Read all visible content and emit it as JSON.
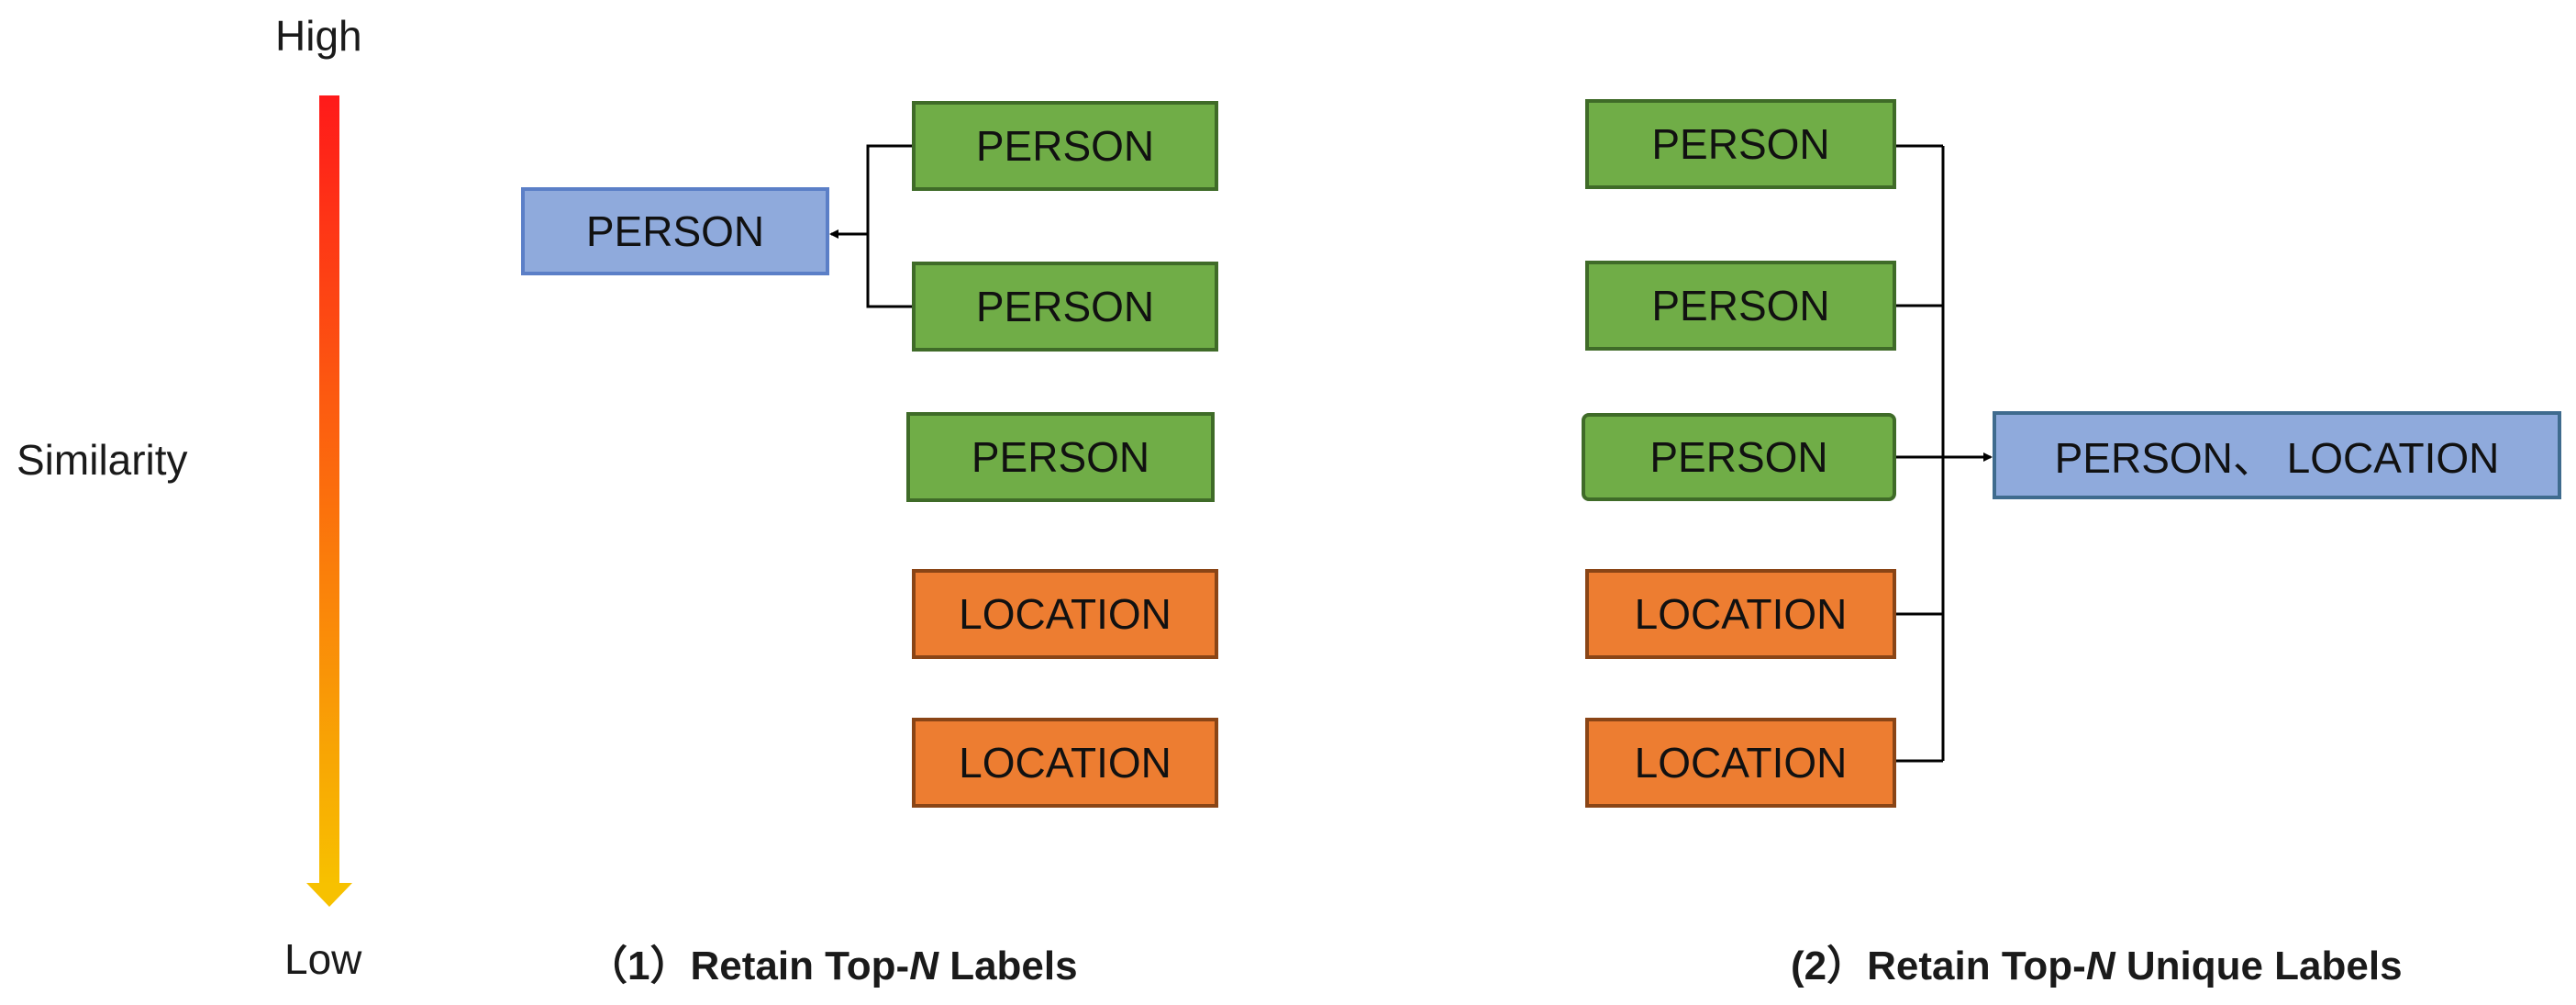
{
  "similarity_axis": {
    "high_label": "High",
    "low_label": "Low",
    "title": "Similarity",
    "gradient_top_color": "#ff1a1a",
    "gradient_bottom_color": "#f7c100"
  },
  "colors": {
    "person": "#70ad47",
    "location": "#ed7d31",
    "result": "#8faadc",
    "connector": "#000000"
  },
  "left_panel": {
    "candidates": [
      "PERSON",
      "PERSON",
      "PERSON",
      "LOCATION",
      "LOCATION"
    ],
    "result": "PERSON",
    "caption": {
      "number": "（1）",
      "prefix": "Retain Top-",
      "n": "N",
      "suffix": " Labels"
    }
  },
  "right_panel": {
    "candidates": [
      "PERSON",
      "PERSON",
      "PERSON",
      "LOCATION",
      "LOCATION"
    ],
    "result": "PERSON、 LOCATION",
    "caption": {
      "number": "(2）",
      "prefix": "Retain Top-",
      "n": "N",
      "suffix": " Unique Labels"
    }
  }
}
